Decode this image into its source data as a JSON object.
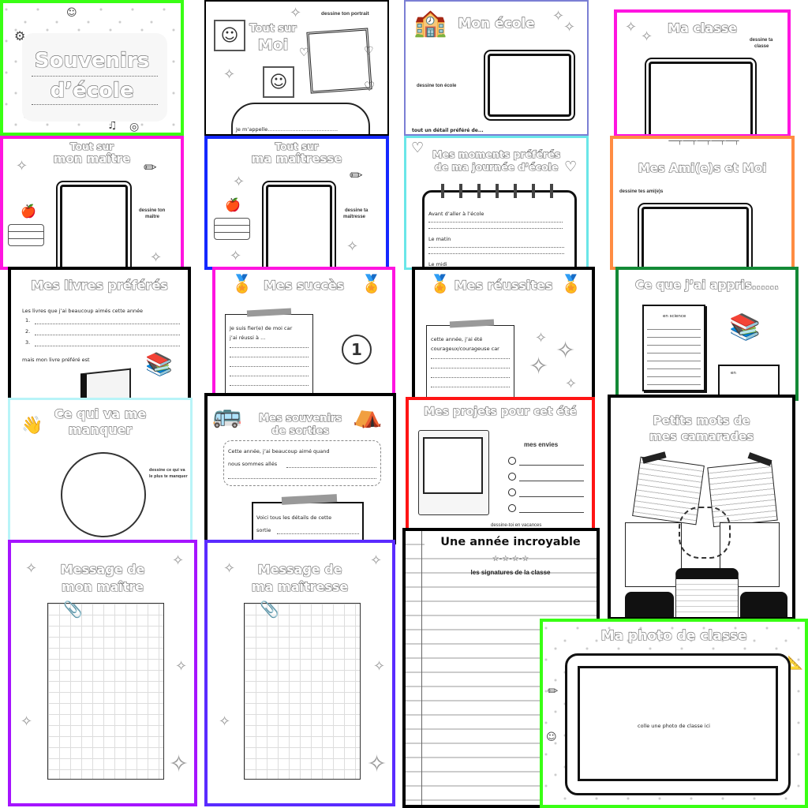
{
  "pages": {
    "cover": {
      "title_line1": "Souvenirs",
      "title_line2": "d’école",
      "border_color": "#39ff14"
    },
    "tout_sur_moi": {
      "title_line1": "Tout sur",
      "title_line2": "Moi",
      "hint": "dessine ton portrait",
      "name_label": "Je m’appelle...........................................",
      "border_color": "#000000"
    },
    "mon_ecole": {
      "title": "Mon école",
      "hint": "dessine ton école",
      "footer_partial": "tout un détail préféré de...",
      "border_color": "#7b7fd4"
    },
    "ma_classe": {
      "title": "Ma classe",
      "hint_line1": "dessine ta",
      "hint_line2": "classe",
      "border_color": "#ff14e0"
    },
    "mon_maitre": {
      "title_line1": "Tout sur",
      "title_line2": "mon maître",
      "hint_line1": "dessine ton",
      "hint_line2": "maître",
      "border_color": "#ff14e0"
    },
    "ma_maitresse": {
      "title_line1": "Tout sur",
      "title_line2": "ma maîtresse",
      "hint_line1": "dessine ta",
      "hint_line2": "maîtresse",
      "border_color": "#1428ff"
    },
    "moments_preferes": {
      "title_line1": "Mes moments préférés",
      "title_line2": "de ma journée d’école",
      "sections": [
        "Avant d’aller à l’école",
        "Le matin",
        "Le midi"
      ],
      "border_color": "#6ae6e8"
    },
    "amis": {
      "title": "Mes Ami(e)s et Moi",
      "hint": "dessine tes ami(e)s",
      "border_color": "#ff8c42"
    },
    "livres": {
      "title": "Mes livres préférés",
      "intro": "Les livres que j’ai beaucoup aimés cette année",
      "items": [
        "1.",
        "2.",
        "3."
      ],
      "favorite": "mais mon livre préféré est",
      "border_color": "#000000"
    },
    "succes": {
      "title": "Mes succès",
      "line1": "Je suis fier(e) de moi car",
      "line2": "j’ai réussi à ...",
      "medal": "1",
      "border_color": "#ff14e0"
    },
    "reussites": {
      "title": "Mes réussites",
      "line1": "cette année, j’ai été",
      "line2": "courageux/courageuse car",
      "border_color": "#000000"
    },
    "appris": {
      "title": "Ce que j’ai appris......",
      "note1": "en science",
      "note2": "en",
      "border_color": "#138a36"
    },
    "manquer": {
      "title_line1": "Ce qui va me",
      "title_line2": "manquer",
      "hint_line1": "dessine ce qui va",
      "hint_line2": "le plus te manquer",
      "border_color": "#b8f4f8"
    },
    "sorties": {
      "title_line1": "Mes souvenirs",
      "title_line2": "de sorties",
      "line1": "Cette année, j’ai beaucoup aimé quand",
      "line2": "nous sommes allés",
      "detail1": "Voici tous les détails de cette",
      "detail2": "sortie",
      "border_color": "#000000"
    },
    "projets": {
      "title": "Mes projets pour cet été",
      "list_title": "mes envies",
      "hint": "dessine-toi en vacances",
      "border_color": "#ff1414"
    },
    "petits_mots": {
      "title_line1": "Petits mots de",
      "title_line2": "mes camarades",
      "border_color": "#000000"
    },
    "message_maitre": {
      "title_line1": "Message de",
      "title_line2": "mon maître",
      "border_color": "#a514ff"
    },
    "message_maitresse": {
      "title_line1": "Message de",
      "title_line2": "ma maîtresse",
      "border_color": "#5a2bff"
    },
    "annee": {
      "title": "Une année incroyable",
      "stars": "☆-☆-☆-☆",
      "subtitle": "les signatures de la classe",
      "border_color": "#000000"
    },
    "photo_classe": {
      "title": "Ma photo de classe",
      "hint": "colle une photo de classe ici",
      "border_color": "#39ff14"
    }
  }
}
